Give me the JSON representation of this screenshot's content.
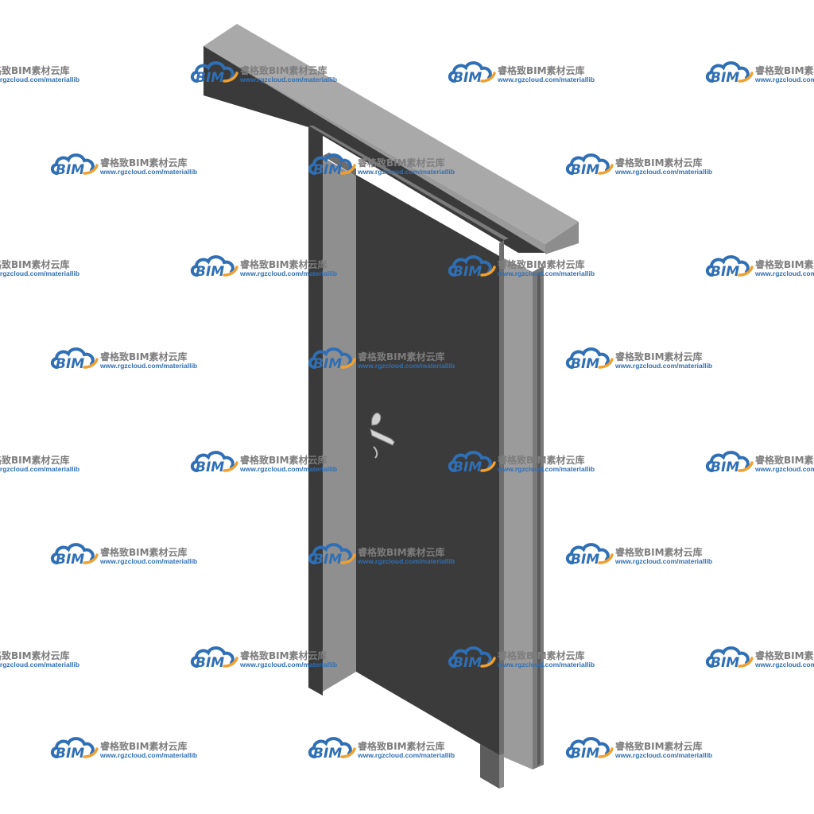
{
  "watermark": {
    "brand_text": "睿格致BIM素材云库",
    "url_text": "www.rgzcloud.com/materiallib",
    "logo_text": "BIM",
    "logo_icon": "cloud-icon",
    "colors": {
      "logo_blue": "#2f6fb5",
      "logo_orange": "#f0a030",
      "brand_gray": "#7d7d7d"
    }
  },
  "scene": {
    "subject": "door-model",
    "colors": {
      "background": "#ffffff",
      "door_face": "#3a3a3a",
      "door_edge": "#2a2a2a",
      "frame_light": "#a8a8a8",
      "frame_mid": "#8c8c8c",
      "frame_dark": "#707070",
      "handle": "#c8c8c8"
    }
  }
}
